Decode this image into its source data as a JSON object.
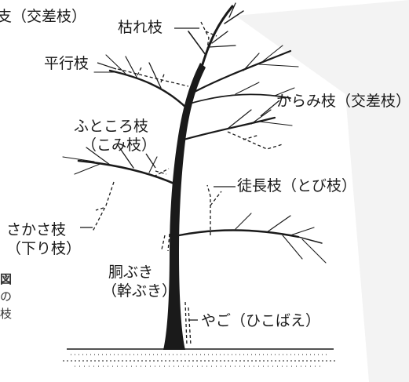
{
  "diagram": {
    "labels": {
      "cut_title": "支（交差枝）",
      "dead_branch": "枯れ枝",
      "parallel_branch": "平行枝",
      "crossing_branch": "からみ枝（交差枝）",
      "futokoro_line1": "ふところ枝",
      "futokoro_line2": "（こみ枝）",
      "water_sprout": "徒長枝（とび枝）",
      "sakasa_line1": "さかさ枝",
      "sakasa_line2": "（下り枝）",
      "trunk_sprout_line1": "胴ぶき",
      "trunk_sprout_line2": "（幹ぶき）",
      "sucker": "やご（ひこばえ）",
      "side_fragment_1": "図",
      "side_fragment_2": "の",
      "side_fragment_3": "枝"
    },
    "colors": {
      "ink": "#1a1a1a",
      "paper": "#ffffff",
      "shade": "#f1f1f1"
    }
  }
}
